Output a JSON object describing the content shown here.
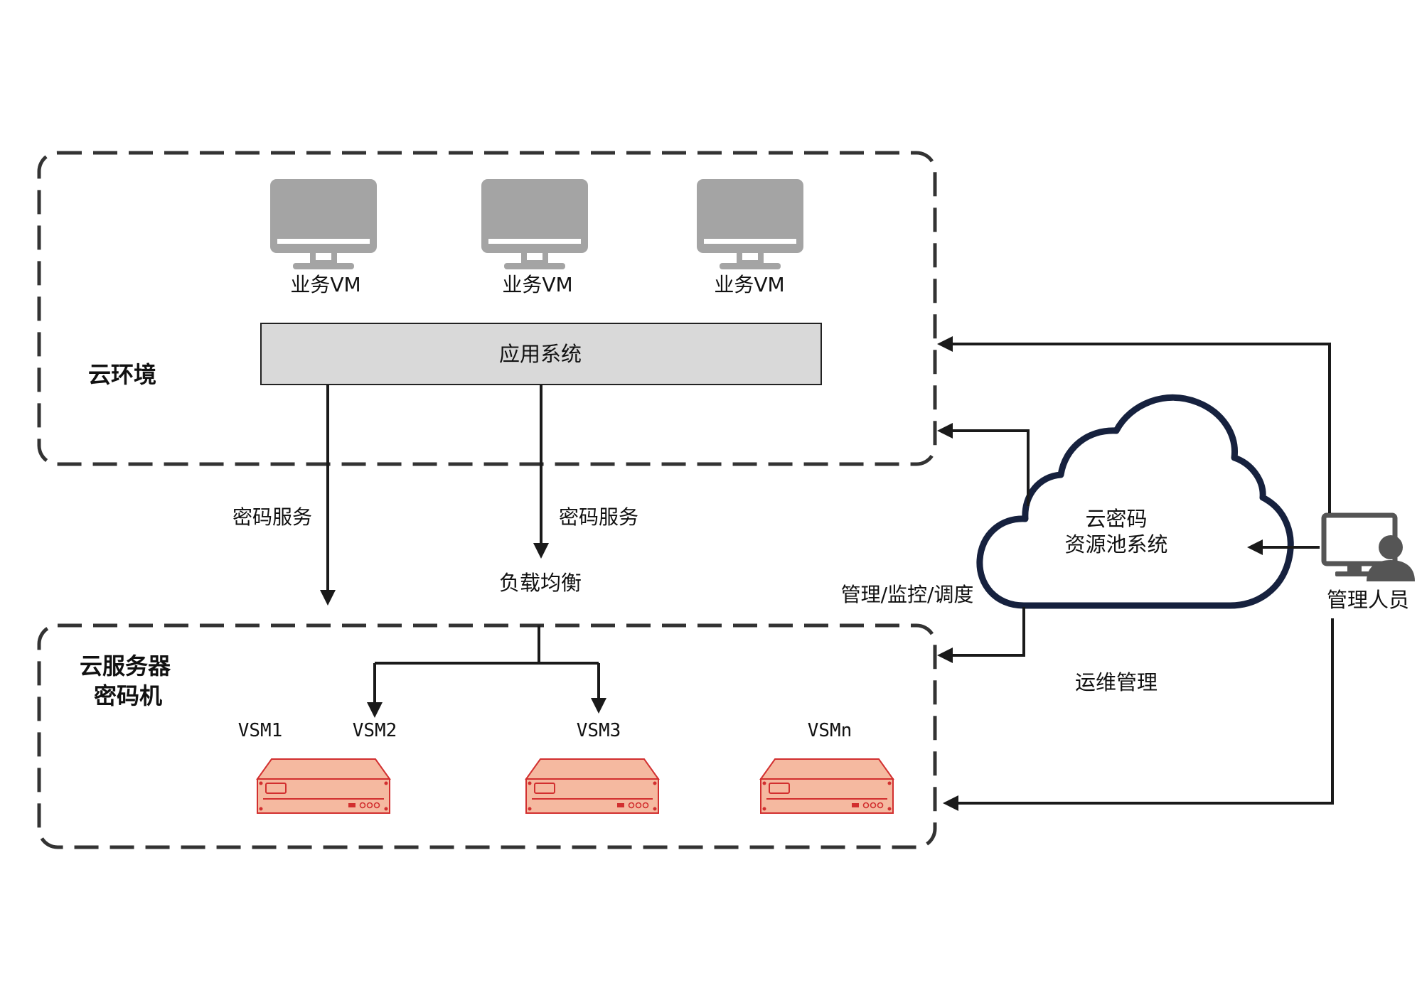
{
  "colors": {
    "line": "#1a1a1a",
    "dash": "#333333",
    "monitor": "#a4a4a4",
    "app_box_fill": "#d9d9d9",
    "cloud_stroke": "#16213e",
    "vsm_fill": "#f5b9a0",
    "vsm_stroke": "#d22f2f",
    "admin_icon": "#555555"
  },
  "cloud_env": {
    "title": "云环境",
    "vms": [
      {
        "label": "业务VM",
        "icon": "monitor-icon"
      },
      {
        "label": "业务VM",
        "icon": "monitor-icon"
      },
      {
        "label": "业务VM",
        "icon": "monitor-icon"
      }
    ],
    "app_system": "应用系统"
  },
  "flows": {
    "crypto_service_left": "密码服务",
    "crypto_service_right": "密码服务",
    "load_balance": "负载均衡",
    "manage_monitor_schedule": "管理/监控/调度",
    "ops_management": "运维管理"
  },
  "server_area": {
    "title_line1": "云服务器",
    "title_line2": "密码机",
    "vsms": [
      {
        "label": "VSM1",
        "icon": "server-rack-icon"
      },
      {
        "label": "VSM2"
      },
      {
        "label": "VSM3",
        "icon": "server-rack-icon"
      },
      {
        "label": "VSMn",
        "icon": "server-rack-icon"
      }
    ]
  },
  "cloud_pool": {
    "line1": "云密码",
    "line2": "资源池系统",
    "icon": "cloud-icon"
  },
  "admin": {
    "label": "管理人员",
    "icon": "admin-user-icon"
  }
}
